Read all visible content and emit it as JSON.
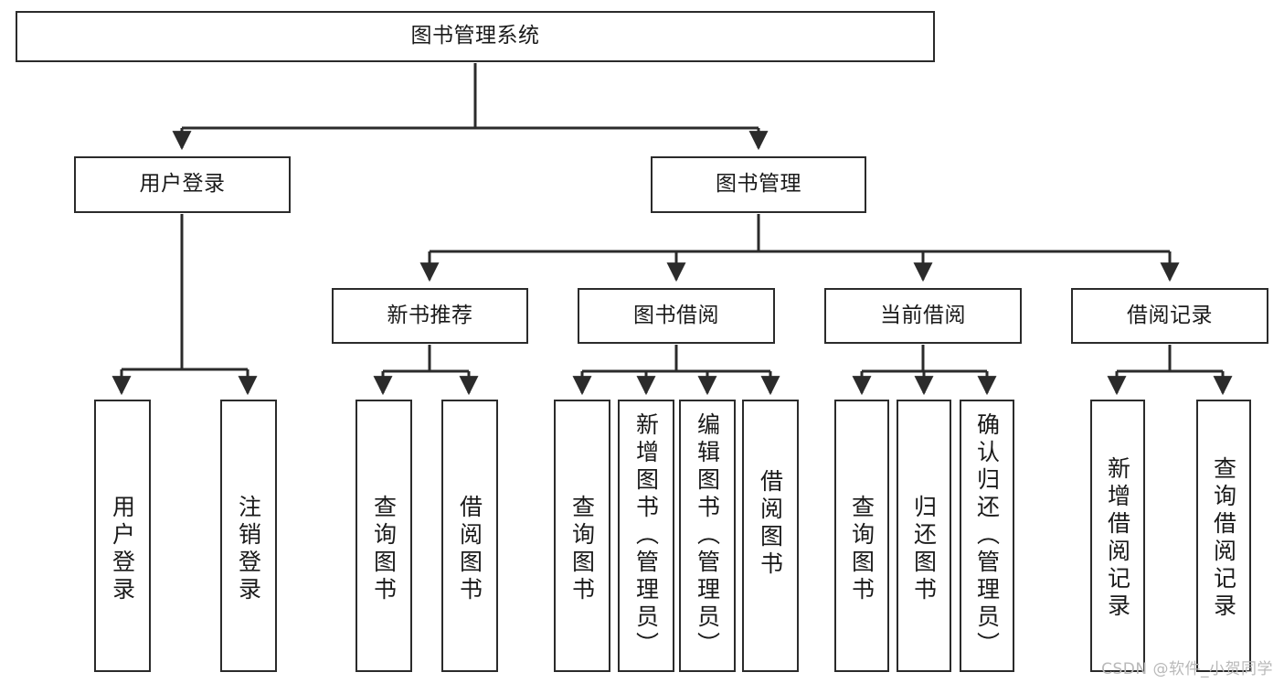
{
  "diagram": {
    "title": "图书管理系统",
    "type": "tree-hierarchy-chart",
    "orientation": "top-down",
    "watermark": "CSDN @软件_小贺同学",
    "colors": {
      "box_border": "#2b2b2b",
      "box_fill": "#ffffff",
      "connector": "#2b2b2b",
      "text": "#1a1a1a",
      "watermark": "#b9b9b9",
      "background": "#ffffff"
    },
    "nodes": {
      "root": {
        "label": "图书管理系统"
      },
      "level2": {
        "user_login": {
          "label": "用户登录"
        },
        "book_manage": {
          "label": "图书管理"
        }
      },
      "level3": {
        "new_book_rec": {
          "label": "新书推荐"
        },
        "book_borrow": {
          "label": "图书借阅"
        },
        "current_borrow": {
          "label": "当前借阅"
        },
        "borrow_record": {
          "label": "借阅记录"
        }
      },
      "leaves": {
        "user_login_children": [
          {
            "label": "用户登录"
          },
          {
            "label": "注销登录"
          }
        ],
        "new_book_rec_children": [
          {
            "label": "查询图书"
          },
          {
            "label": "借阅图书"
          }
        ],
        "book_borrow_children": [
          {
            "label": "查询图书"
          },
          {
            "label": "新增图书（管理员）"
          },
          {
            "label": "编辑图书（管理员）"
          },
          {
            "label": "借阅图书"
          }
        ],
        "current_borrow_children": [
          {
            "label": "查询图书"
          },
          {
            "label": "归还图书"
          },
          {
            "label": "确认归还（管理员）"
          }
        ],
        "borrow_record_children": [
          {
            "label": "新增借阅记录"
          },
          {
            "label": "查询借阅记录"
          }
        ]
      }
    }
  }
}
